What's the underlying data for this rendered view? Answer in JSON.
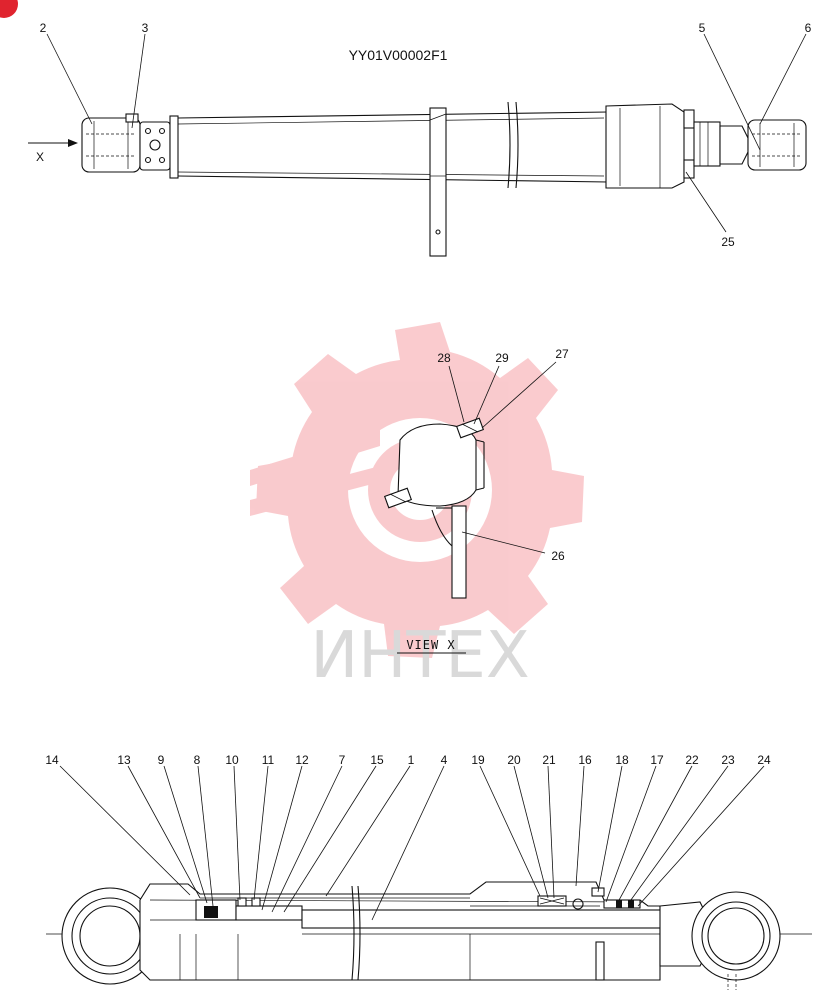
{
  "drawing_code": "YY01V00002F1",
  "view_title": "VIEW  X",
  "arrow_label": "X",
  "watermark_text": "ИНТЕХ",
  "colors": {
    "ink": "#111111",
    "watermark": "#f3a0a3",
    "corner_badge": "#e0242f"
  },
  "callouts_top": [
    "2",
    "3",
    "5",
    "6",
    "25"
  ],
  "callouts_view": [
    "28",
    "29",
    "27",
    "26"
  ],
  "callouts_section": [
    "14",
    "13",
    "9",
    "8",
    "10",
    "11",
    "12",
    "7",
    "15",
    "1",
    "4",
    "19",
    "20",
    "21",
    "16",
    "18",
    "17",
    "22",
    "23",
    "24"
  ]
}
